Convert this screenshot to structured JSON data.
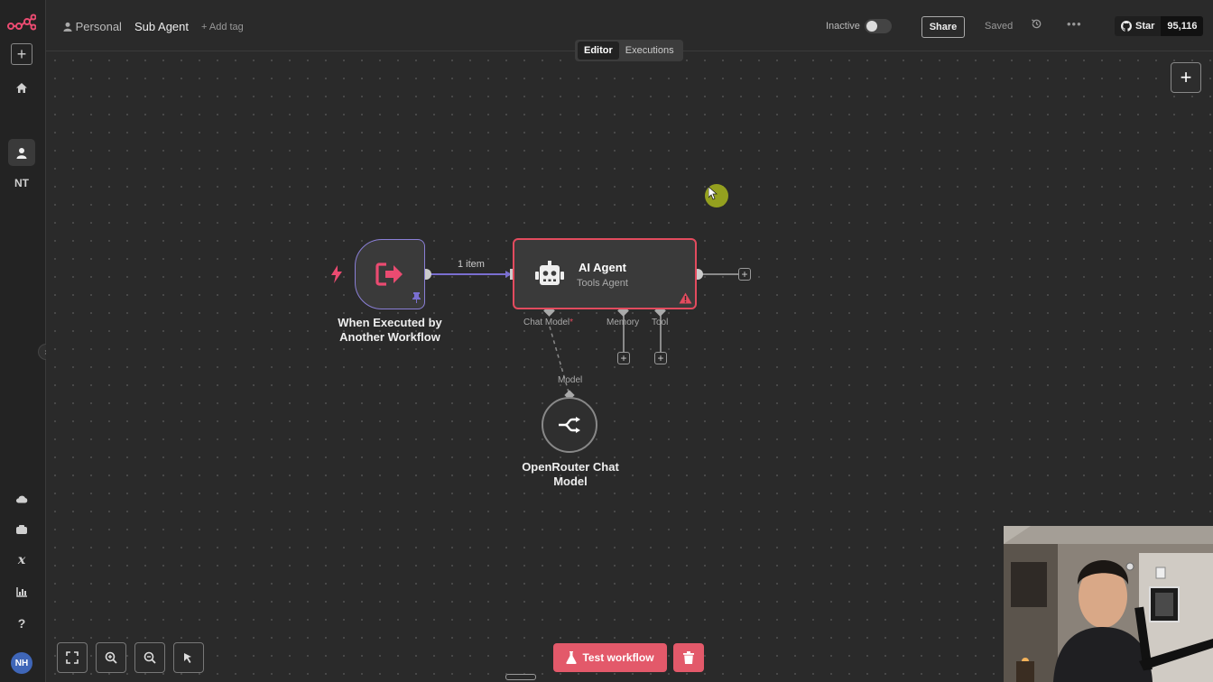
{
  "sidebar": {
    "initials_item": "NT",
    "avatar_initials": "NH"
  },
  "header": {
    "project": "Personal",
    "workflow_name": "Sub Agent",
    "add_tag": "+ Add tag",
    "status_label": "Inactive",
    "share_label": "Share",
    "saved_label": "Saved",
    "github_star": "Star",
    "github_count": "95,116"
  },
  "tabs": [
    "Editor",
    "Executions"
  ],
  "canvas": {
    "trigger_node": {
      "label_line1": "When Executed by",
      "label_line2": "Another Workflow"
    },
    "connection_label": "1 item",
    "agent_node": {
      "title": "AI Agent",
      "subtitle": "Tools Agent"
    },
    "agent_ports": {
      "chat_model": "Chat Model",
      "chat_model_required": "*",
      "memory": "Memory",
      "tool": "Tool"
    },
    "model_port_label": "Model",
    "model_node": {
      "label_line1": "OpenRouter Chat",
      "label_line2": "Model"
    }
  },
  "footer": {
    "test_workflow": "Test workflow"
  },
  "colors": {
    "accent_red": "#e3596a",
    "trigger_border": "#8a7fd6",
    "agent_border": "#e34b5e"
  }
}
